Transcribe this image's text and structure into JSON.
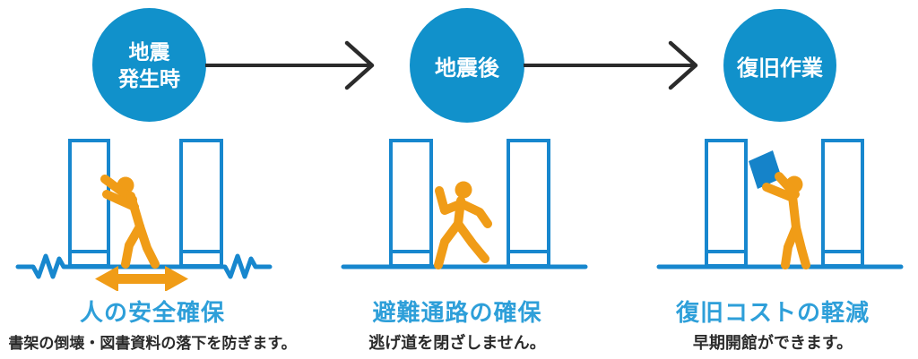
{
  "flow": {
    "steps": [
      {
        "stage_lines": [
          "地震",
          "発生時"
        ],
        "heading": "人の安全確保",
        "description": "書架の倒壊・図書資料の落下を防ぎます。",
        "illustration_icon": "person-bracing-shelves-on-quake-floor-icon"
      },
      {
        "stage_lines": [
          "地震後"
        ],
        "heading": "避難通路の確保",
        "description": "逃げ道を閉ざしません。",
        "illustration_icon": "person-running-between-shelves-icon"
      },
      {
        "stage_lines": [
          "復旧作業"
        ],
        "heading": "復旧コストの軽減",
        "description": "早期開館ができます。",
        "illustration_icon": "person-reshelving-book-icon"
      }
    ]
  },
  "colors": {
    "stage_circle_blue": "#1191CB",
    "heading_blue": "#2E9FD9",
    "illustration_blue": "#1787CE",
    "book_blue": "#1583C9",
    "illustration_orange": "#F09C17",
    "flow_arrow_black": "#2B2B2B",
    "description_text": "#2B2B2B"
  }
}
